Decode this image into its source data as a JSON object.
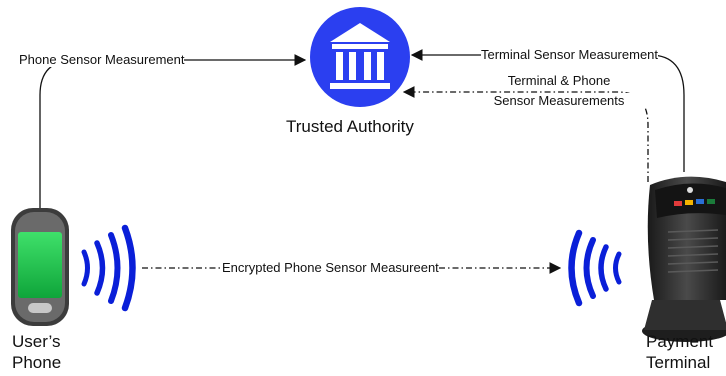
{
  "labels": {
    "phone_sensor": "Phone Sensor Measurement",
    "terminal_sensor": "Terminal Sensor Measurement",
    "combined_line1": "Terminal & Phone",
    "combined_line2": "Sensor Measurements",
    "trusted_authority": "Trusted Authority",
    "encrypted": "Encrypted Phone Sensor Measureent",
    "phone_line1": "User’s",
    "phone_line2": "Phone",
    "terminal_line1": "Payment",
    "terminal_line2": "Terminal"
  },
  "colors": {
    "authority_circle": "#2b3ff0",
    "wave_blue": "#0a1fd8",
    "phone_screen": "#19c24a",
    "phone_body": "#3c3c3c",
    "terminal_body": "#2a2a2a",
    "connector": "#111111"
  },
  "icons": {
    "authority": "bank-building-icon",
    "phone": "mobile-phone-icon",
    "terminal": "payment-terminal-icon",
    "waves": "nfc-wave-icon"
  }
}
